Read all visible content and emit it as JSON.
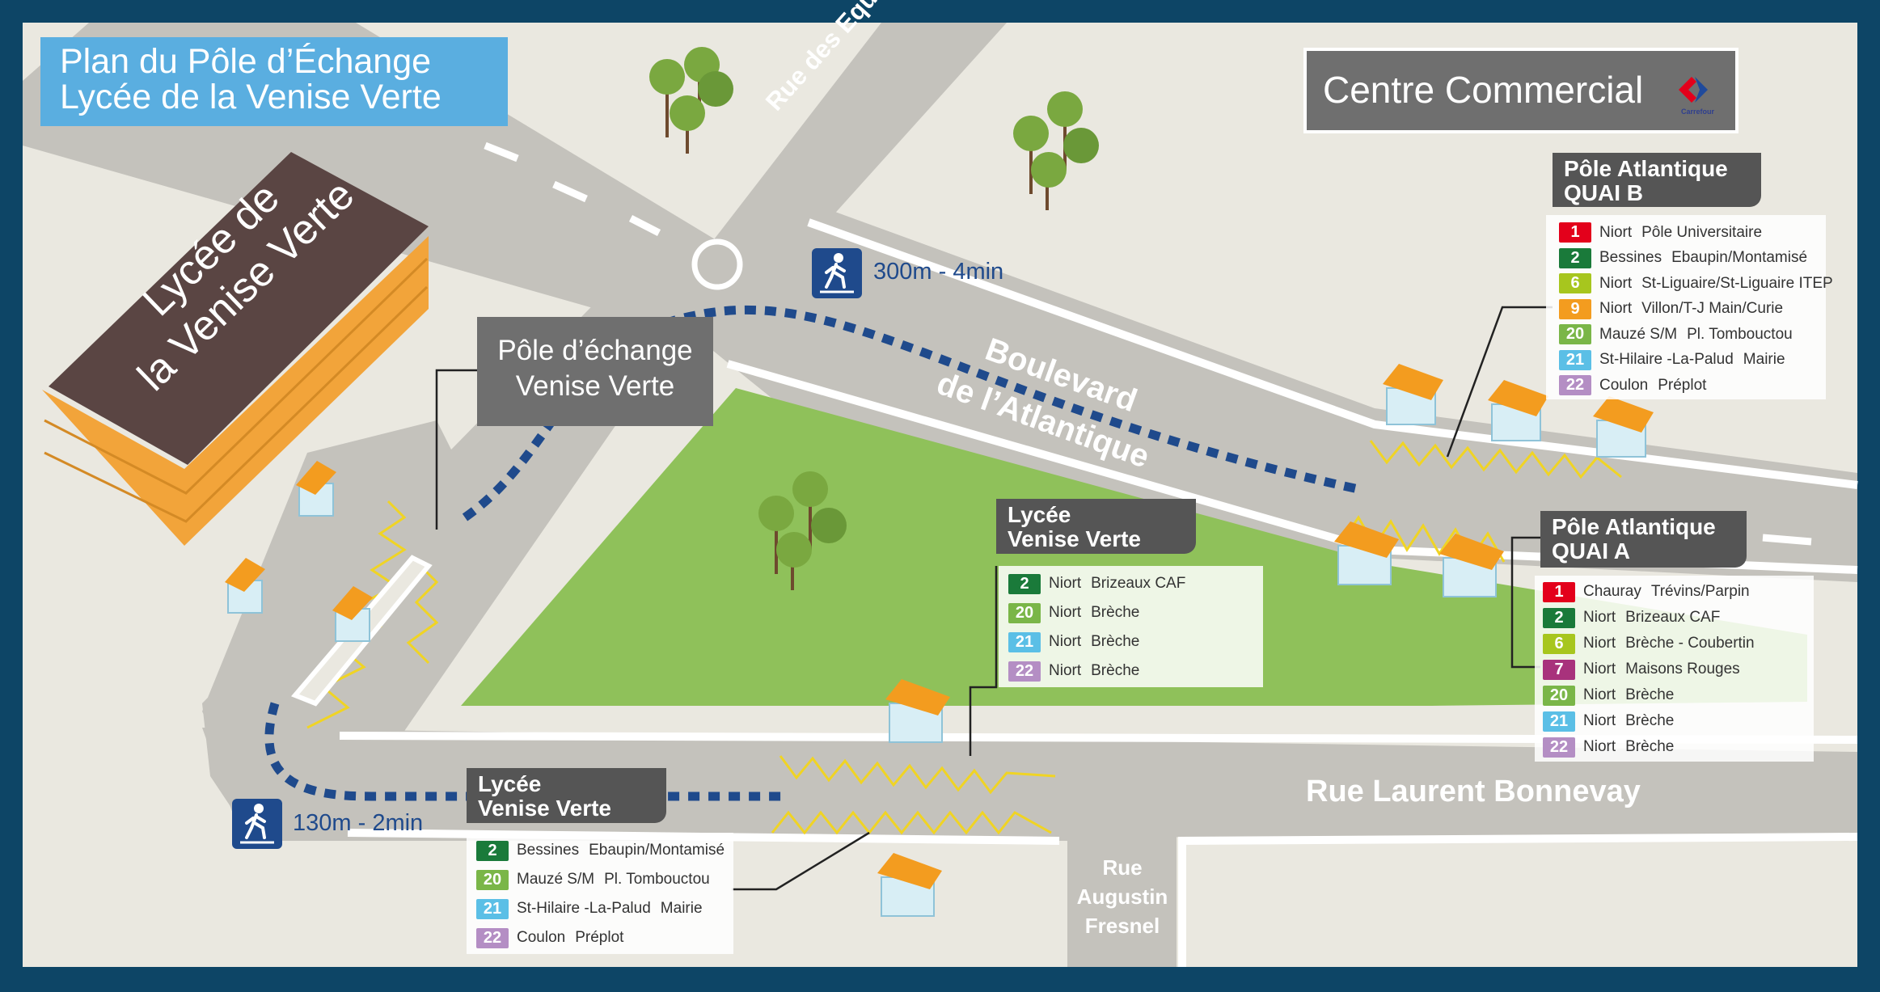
{
  "title": {
    "line1": "Plan du Pôle d’Échange",
    "line2": "Lycée de la Venise Verte"
  },
  "centre_commercial": {
    "label": "Centre Commercial",
    "logo_text": "Carrefour"
  },
  "building": {
    "line1": "Lycée de",
    "line2": "la Venise Verte"
  },
  "pole_echange": {
    "line1": "Pôle d’échange",
    "line2": "Venise Verte"
  },
  "streets": {
    "equarts": "Rue des Equarts",
    "boulevard_line1": "Boulevard",
    "boulevard_line2": "de l’Atlantique",
    "bonnevay": "Rue Laurent Bonnevay",
    "fresnel": [
      "Rue",
      "Augustin",
      "Fresnel"
    ]
  },
  "walks": {
    "north": "300m - 4min",
    "south": "130m - 2min"
  },
  "colors": {
    "border": "#0d4566",
    "ground": "#eae8e0",
    "road": "#c4c2bc",
    "grass": "#8fc15a",
    "walk_path": "#1f4a8c",
    "shelter_roof": "#f39c1f",
    "header": "#555555",
    "title_bg": "#5aaee0"
  },
  "line_colors": {
    "1": "#e3001b",
    "2": "#1a7a3a",
    "6": "#a7c61e",
    "7": "#a8327c",
    "9": "#f39c1f",
    "20": "#7ab648",
    "21": "#5bbfe6",
    "22": "#b48ec4"
  },
  "stops": {
    "quai_b": {
      "header_line1": "Pôle Atlantique",
      "header_line2": "QUAI B",
      "lines": [
        {
          "num": "1",
          "city": "Niort",
          "dest": "Pôle Universitaire"
        },
        {
          "num": "2",
          "city": "Bessines",
          "dest": "Ebaupin/Montamisé"
        },
        {
          "num": "6",
          "city": "Niort",
          "dest": "St-Liguaire/St-Liguaire ITEP"
        },
        {
          "num": "9",
          "city": "Niort",
          "dest": "Villon/T-J Main/Curie"
        },
        {
          "num": "20",
          "city": "Mauzé S/M",
          "dest": "Pl. Tombouctou"
        },
        {
          "num": "21",
          "city": "St-Hilaire -La-Palud",
          "dest": "Mairie"
        },
        {
          "num": "22",
          "city": "Coulon",
          "dest": "Préplot"
        }
      ]
    },
    "quai_a": {
      "header_line1": "Pôle Atlantique",
      "header_line2": "QUAI A",
      "lines": [
        {
          "num": "1",
          "city": "Chauray",
          "dest": "Trévins/Parpin"
        },
        {
          "num": "2",
          "city": "Niort",
          "dest": "Brizeaux CAF"
        },
        {
          "num": "6",
          "city": "Niort",
          "dest": "Brèche - Coubertin"
        },
        {
          "num": "7",
          "city": "Niort",
          "dest": "Maisons Rouges"
        },
        {
          "num": "20",
          "city": "Niort",
          "dest": "Brèche"
        },
        {
          "num": "21",
          "city": "Niort",
          "dest": "Brèche"
        },
        {
          "num": "22",
          "city": "Niort",
          "dest": "Brèche"
        }
      ]
    },
    "lycee_center": {
      "header_line1": "Lycée",
      "header_line2": "Venise Verte",
      "lines": [
        {
          "num": "2",
          "city": "Niort",
          "dest": "Brizeaux CAF"
        },
        {
          "num": "20",
          "city": "Niort",
          "dest": "Brèche"
        },
        {
          "num": "21",
          "city": "Niort",
          "dest": "Brèche"
        },
        {
          "num": "22",
          "city": "Niort",
          "dest": "Brèche"
        }
      ]
    },
    "lycee_south": {
      "header_line1": "Lycée",
      "header_line2": "Venise Verte",
      "lines": [
        {
          "num": "2",
          "city": "Bessines",
          "dest": "Ebaupin/Montamisé"
        },
        {
          "num": "20",
          "city": "Mauzé S/M",
          "dest": "Pl. Tombouctou"
        },
        {
          "num": "21",
          "city": "St-Hilaire -La-Palud",
          "dest": "Mairie"
        },
        {
          "num": "22",
          "city": "Coulon",
          "dest": "Préplot"
        }
      ]
    }
  }
}
